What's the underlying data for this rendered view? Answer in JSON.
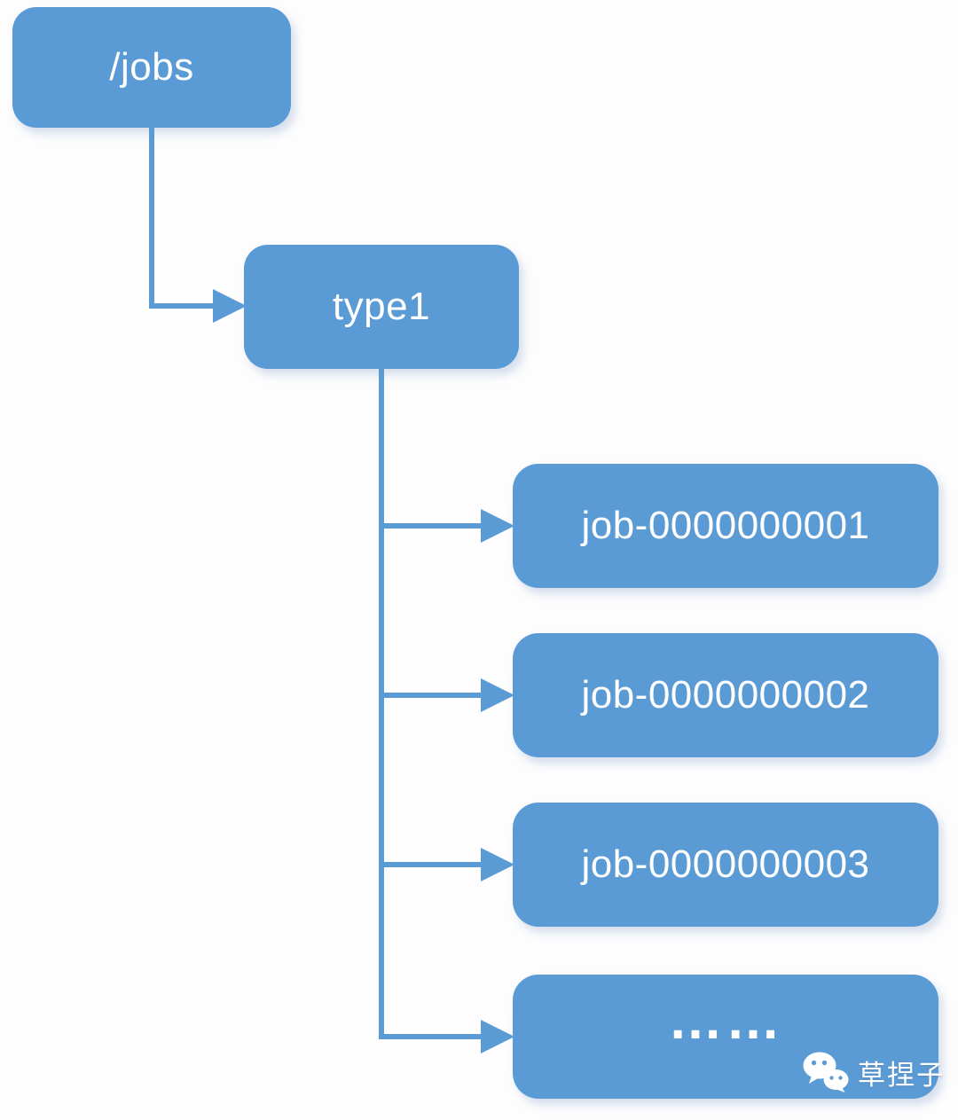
{
  "colors": {
    "node_fill": "#5B9BD5",
    "node_text": "#FFFFFF",
    "connector": "#5B9BD5",
    "background": "#FDFDFE"
  },
  "diagram": {
    "type": "tree",
    "root": {
      "label": "/jobs"
    },
    "child": {
      "label": "type1"
    },
    "jobs": [
      {
        "label": "job-0000000001"
      },
      {
        "label": "job-0000000002"
      },
      {
        "label": "job-0000000003"
      },
      {
        "label": "……"
      }
    ]
  },
  "watermark": {
    "icon": "wechat-icon",
    "text": "草捏子"
  }
}
